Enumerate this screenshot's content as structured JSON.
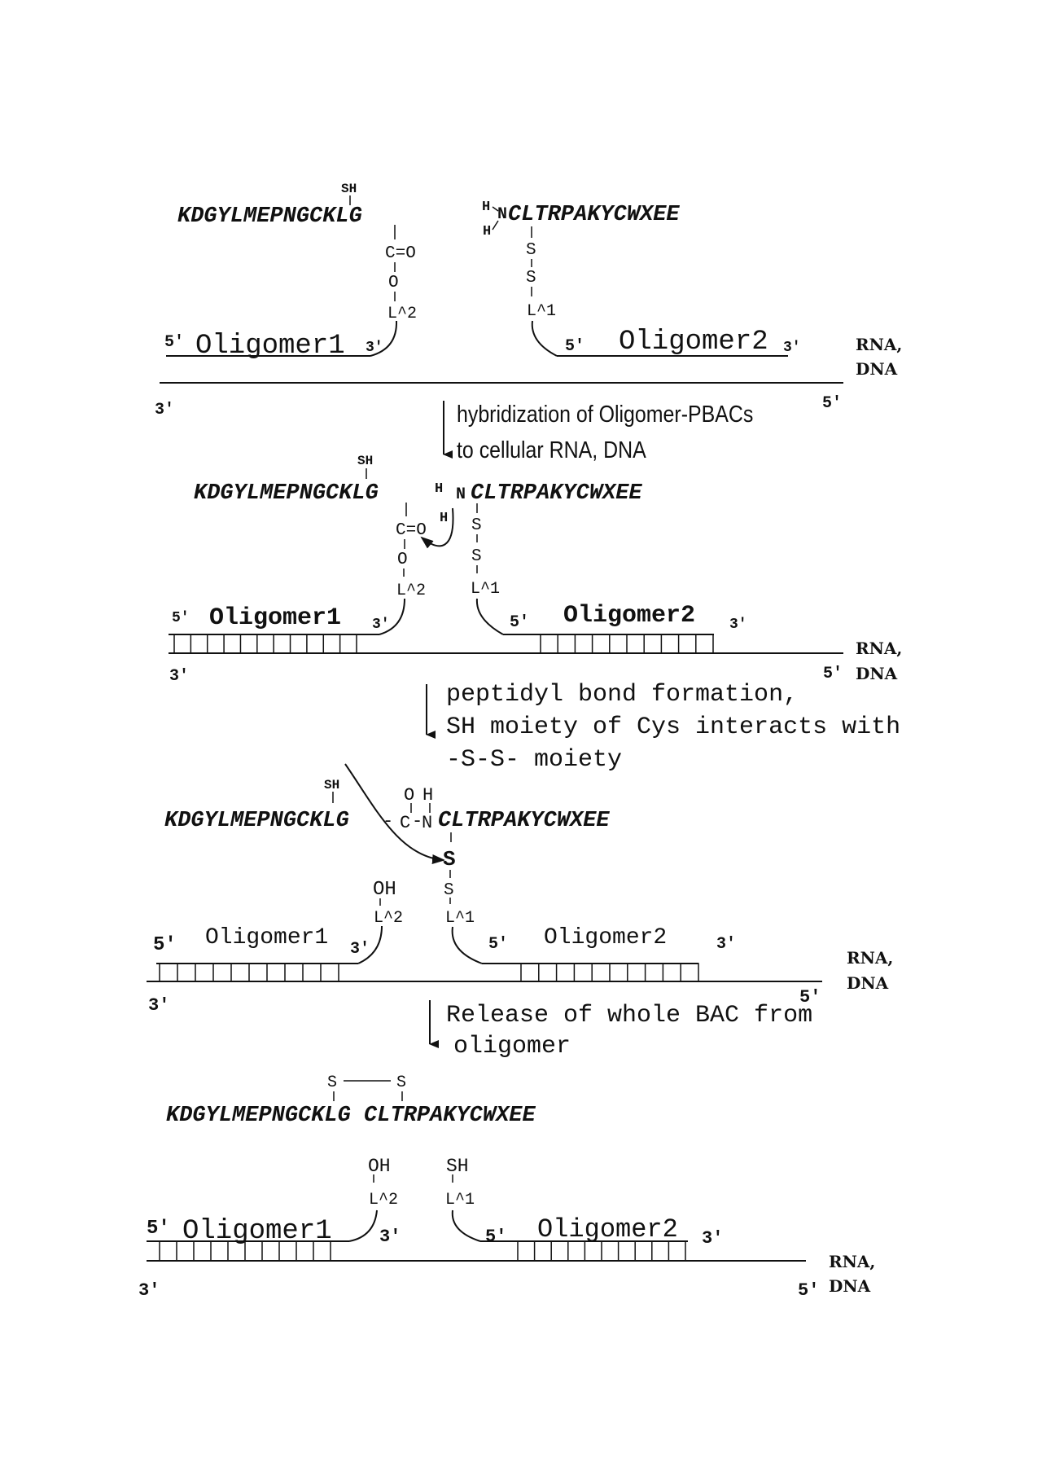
{
  "panels": {
    "p1": {
      "peptide1": "KDGYLMEPNGCKLG",
      "peptide2": "CLTRPAKYCWXEE",
      "sh": "SH",
      "amine_h1": "H",
      "amine_n": "N",
      "amine_h2": "H",
      "carbonyl": "C=O",
      "oxygen": "O",
      "linker2": "L^2",
      "s_top": "S",
      "s_bottom": "S",
      "linker1": "L^1",
      "oligo1": "Oligomer1",
      "oligo2": "Oligomer2",
      "five_prime": "5'",
      "three_prime": "3'",
      "target_line1": "RNA,",
      "target_line2": "DNA"
    },
    "p2": {
      "peptide1": "KDGYLMEPNGCKLG",
      "peptide2": "CLTRPAKYCWXEE",
      "sh": "SH",
      "amine_h1": "H",
      "amine_n": "N",
      "amine_h2": "H",
      "carbonyl": "C=O",
      "oxygen": "O",
      "linker2": "L^2",
      "s_top": "S",
      "s_bottom": "S",
      "linker1": "L^1",
      "oligo1": "Oligomer1",
      "oligo2": "Oligomer2",
      "five_prime": "5'",
      "three_prime": "3'",
      "target_line1": "RNA,",
      "target_line2": "DNA"
    },
    "p3": {
      "peptide1": "KDGYLMEPNGCKLG",
      "peptide2": "CLTRPAKYCWXEE",
      "sh": "SH",
      "bond_o": "O",
      "bond_h": "H",
      "bond_c": "C",
      "bond_n": "N",
      "s_top": "S",
      "s_bottom": "S",
      "oh": "OH",
      "linker2": "L^2",
      "linker1": "L^1",
      "oligo1": "Oligomer1",
      "oligo2": "Oligomer2",
      "five_prime": "5'",
      "three_prime": "3'",
      "target_line1": "RNA,",
      "target_line2": "DNA"
    },
    "p4": {
      "peptide": "KDGYLMEPNGCKLG CLTRPAKYCWXEE",
      "s1": "S",
      "s2": "S",
      "oh": "OH",
      "sh": "SH",
      "linker2": "L^2",
      "linker1": "L^1",
      "oligo1": "Oligomer1",
      "oligo2": "Oligomer2",
      "five_prime": "5'",
      "three_prime": "3'",
      "target_line1": "RNA,",
      "target_line2": "DNA"
    }
  },
  "steps": {
    "step1": [
      "hybridization of Oligomer-PBACs",
      "to cellular RNA, DNA"
    ],
    "step2": [
      "peptidyl bond formation,",
      "SH moiety of Cys interacts with",
      "-S-S-  moiety"
    ],
    "step3": [
      "Release of whole BAC from",
      "oligomer"
    ]
  }
}
